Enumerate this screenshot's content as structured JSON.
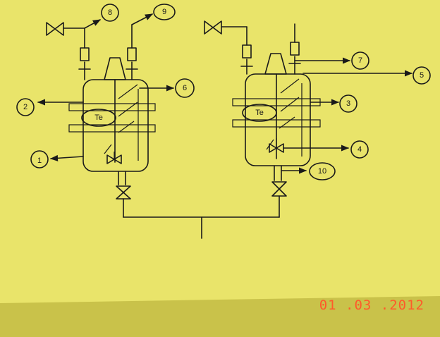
{
  "diagram": {
    "callouts": {
      "c1": "1",
      "c2": "2",
      "c3": "3",
      "c4": "4",
      "c5": "5",
      "c6": "6",
      "c7": "7",
      "c8": "8",
      "c9": "9",
      "c10": "10"
    },
    "left_vessel_label": "Te",
    "right_vessel_label": "Te"
  },
  "photo": {
    "date_stamp": "01 .03 .2012",
    "paper_color": "#e9e46a",
    "background_color": "#c9c24a",
    "line_color": "#1a1a1a",
    "stamp_color": "#ff5a2a"
  }
}
